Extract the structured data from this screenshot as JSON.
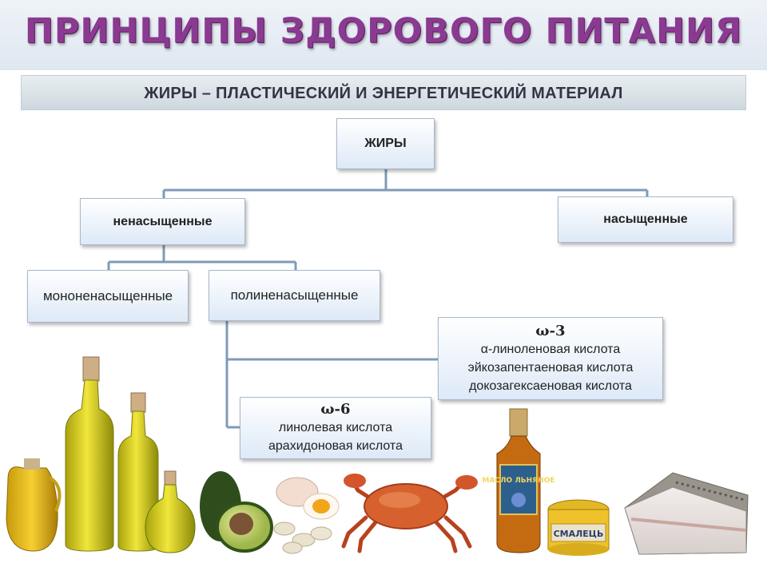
{
  "title": "ПРИНЦИПЫ ЗДОРОВОГО ПИТАНИЯ",
  "subtitle": "ЖИРЫ – ПЛАСТИЧЕСКИЙ И ЭНЕРГЕТИЧЕСКИЙ МАТЕРИАЛ",
  "nodes": {
    "fats": "ЖИРЫ",
    "unsaturated": "ненасыщенные",
    "saturated": "насыщенные",
    "mono": "мононенасыщенные",
    "poly": "полиненасыщенные",
    "omega3": {
      "head": "ω-3",
      "items": [
        "α-линоленовая  кислота",
        "эйкозапентаеновая  кислота",
        "докозагексаеновая кислота"
      ]
    },
    "omega6": {
      "head": "ω-6",
      "items": [
        "линолевая кислота",
        "арахидоновая кислота"
      ]
    }
  },
  "images": {
    "flax_oil_bottle_label": "МАСЛО ЛЬНЯНОЕ",
    "lard_jar_label": "СМАЛЕЦЬ"
  },
  "colors": {
    "title": "#8a3a90",
    "connector": "#7f9bb7",
    "box_border": "#a7b8cc"
  }
}
